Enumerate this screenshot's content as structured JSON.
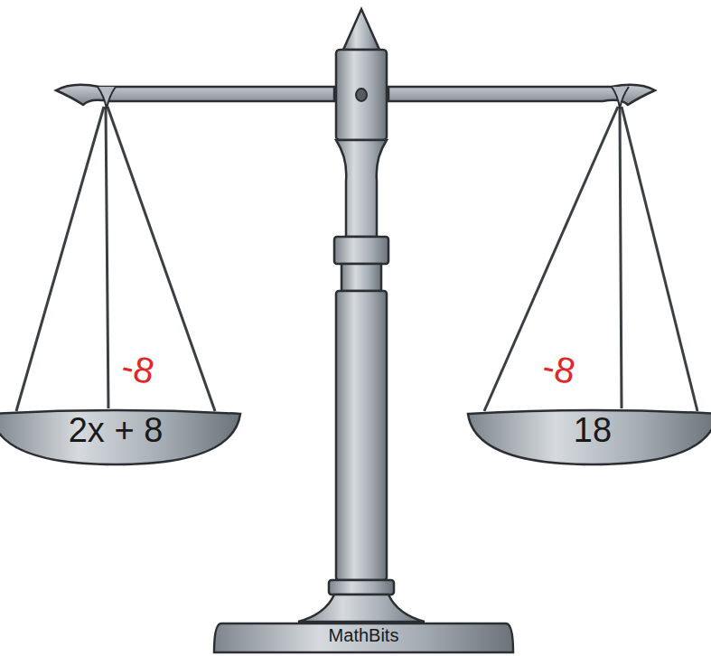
{
  "diagram": {
    "nodes": [
      {
        "text": [
          "2x + 8"
        ]
      },
      {
        "text": [
          "18"
        ]
      },
      {
        "text": [
          "MathBits"
        ]
      }
    ],
    "labels": [
      "-8",
      "-8"
    ]
  }
}
